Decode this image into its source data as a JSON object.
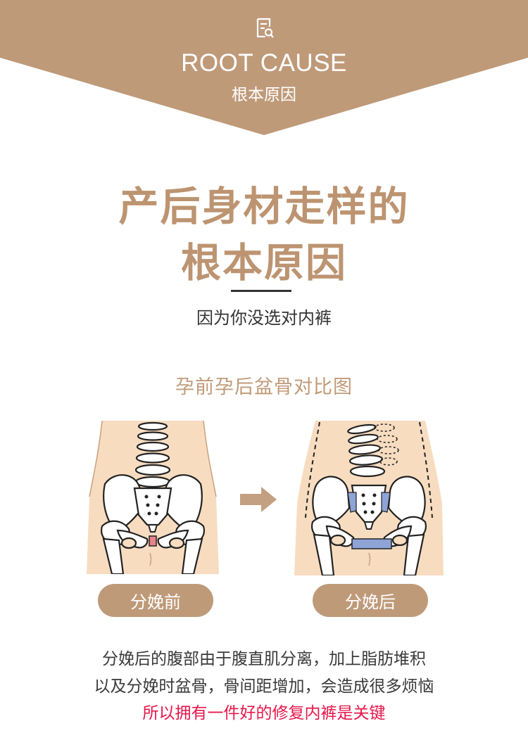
{
  "banner": {
    "title": "ROOT CAUSE",
    "subtitle": "根本原因",
    "color": "#bf9a79",
    "icon": "document-search-icon"
  },
  "headline": {
    "line1": "产后身材走样的",
    "line2": "根本原因",
    "color": "#bd9471"
  },
  "tagline": "因为你没选对内裤",
  "diagram": {
    "title": "孕前孕后盆骨对比图",
    "before_label": "分娩前",
    "after_label": "分娩后",
    "arrow_icon": "right-arrow-icon",
    "skin_color": "#f7dcc0",
    "gap_before_color": "#e9838a",
    "gap_after_color": "#8ea3d6"
  },
  "explanation": {
    "line1": "分娩后的腹部由于腹直肌分离，加上脂肪堆积",
    "line2": "以及分娩时盆骨，骨间距增加，会造成很多烦恼",
    "key_point": "所以拥有一件好的修复内裤是关键",
    "key_color": "#e6174a"
  }
}
